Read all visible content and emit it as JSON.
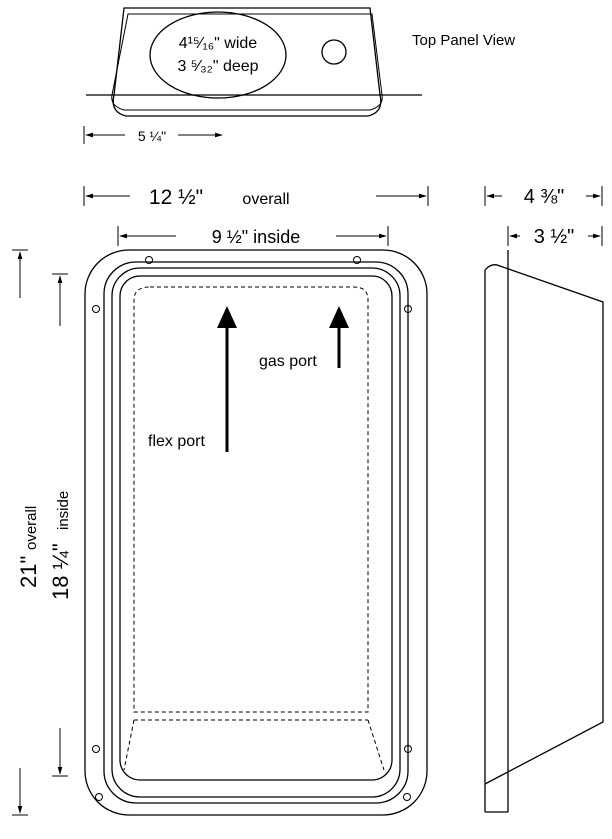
{
  "top_panel": {
    "title": "Top Panel View",
    "oval_line1": "4¹⁵⁄₁₆\" wide",
    "oval_line2": "3 ⁵⁄₃₂\" deep",
    "dim_width": "5 ¼\""
  },
  "front_view": {
    "overall_width_num": "12 ½\"",
    "overall_width_word": "overall",
    "inside_width": "9 ½\" inside",
    "overall_height_num": "21\"",
    "overall_height_word": "overall",
    "inside_height_num": "18 ¼\"",
    "inside_height_word": "inside",
    "gas_port_label": "gas port",
    "flex_port_label": "flex port"
  },
  "side_view": {
    "overall_depth": "4 ⅜\"",
    "inside_depth": "3 ½\""
  }
}
